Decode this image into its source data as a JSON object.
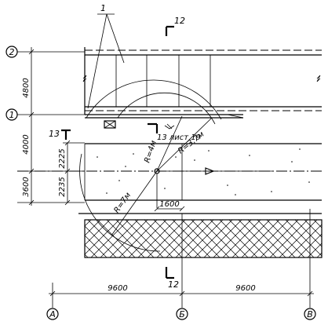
{
  "marks": {
    "callout_1": "1",
    "section_12": "12",
    "section_13": "13",
    "sheet_ref": "13 лист 19"
  },
  "axes_rows": {
    "row_2": "2",
    "row_1": "1"
  },
  "axes_cols": {
    "col_a": "А",
    "col_b": "Б",
    "col_v": "В"
  },
  "dims_left": {
    "d4800": "4800",
    "d4000": "4000",
    "d3600": "3600",
    "d2225": "2225",
    "d2235": "2235"
  },
  "dims_bottom": {
    "d9600_left": "9600",
    "d9600_right": "9600",
    "d1600": "1600"
  },
  "radii": {
    "r4": "R=4м",
    "r37": "R=3,7м",
    "r7": "R=7м"
  },
  "colors": {
    "line": "#000000",
    "background": "#ffffff"
  }
}
